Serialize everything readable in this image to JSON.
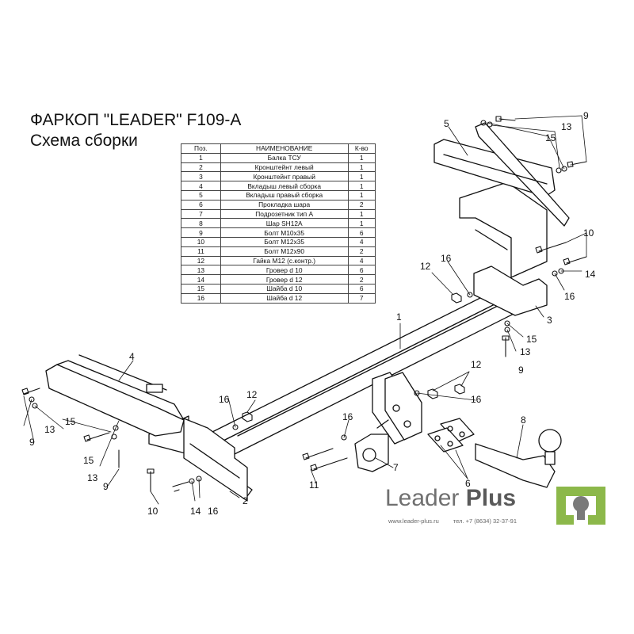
{
  "title": "ФАРКОП \"LEADER\" F109-A",
  "subtitle": "Схема сборки",
  "table": {
    "headers": [
      "Поз.",
      "НАИМЕНОВАНИЕ",
      "К-во"
    ],
    "rows": [
      [
        "1",
        "Балка ТСУ",
        "1"
      ],
      [
        "2",
        "Кронштейнт левый",
        "1"
      ],
      [
        "3",
        "Кронштейнт правый",
        "1"
      ],
      [
        "4",
        "Вкладыш левый сборка",
        "1"
      ],
      [
        "5",
        "Вкладыш правый сборка",
        "1"
      ],
      [
        "6",
        "Прокладка шара",
        "2"
      ],
      [
        "7",
        "Подрозетник тип А",
        "1"
      ],
      [
        "8",
        "Шар SH12A",
        "1"
      ],
      [
        "9",
        "Болт М10х35",
        "6"
      ],
      [
        "10",
        "Болт М12х35",
        "4"
      ],
      [
        "11",
        "Болт М12х90",
        "2"
      ],
      [
        "12",
        "Гайка М12 (с.контр.)",
        "4"
      ],
      [
        "13",
        "Гровер d 10",
        "6"
      ],
      [
        "14",
        "Гровер d 12",
        "2"
      ],
      [
        "15",
        "Шайба d 10",
        "6"
      ],
      [
        "16",
        "Шайба d 12",
        "7"
      ]
    ]
  },
  "callouts": {
    "c1": "1",
    "c2": "2",
    "c3": "3",
    "c4": "4",
    "c5": "5",
    "c6": "6",
    "c7": "7",
    "c8": "8",
    "c9a": "9",
    "c9b": "9",
    "c9c": "9",
    "c9d": "9",
    "c10a": "10",
    "c10b": "10",
    "c11": "11",
    "c12a": "12",
    "c12b": "12",
    "c12c": "12",
    "c13a": "13",
    "c13b": "13",
    "c13c": "13",
    "c13d": "13",
    "c14a": "14",
    "c14b": "14",
    "c15a": "15",
    "c15b": "15",
    "c15c": "15",
    "c15d": "15",
    "c16a": "16",
    "c16b": "16",
    "c16c": "16",
    "c16d": "16",
    "c16e": "16",
    "c16f": "16"
  },
  "brand": {
    "name_regular": "Leader ",
    "name_bold": "Plus",
    "website": "www.leader-plus.ru",
    "phone": "тел. +7 (8634) 32-37-91"
  },
  "colors": {
    "line": "#111111",
    "brand_green": "#8cb84a",
    "brand_gray": "#7a7a7a"
  }
}
